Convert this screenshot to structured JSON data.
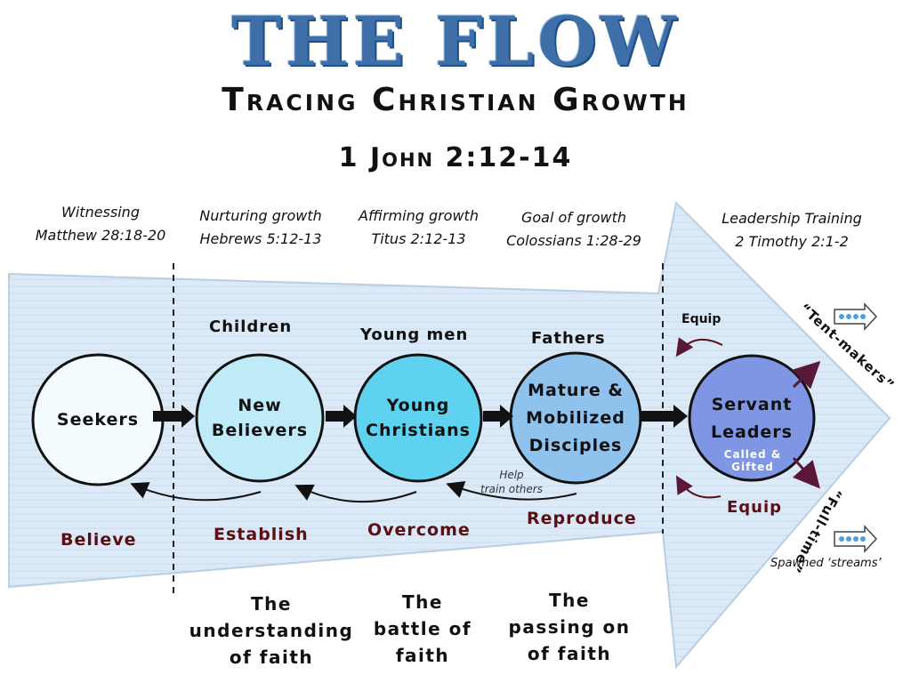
{
  "title": "THE FLOW",
  "subtitle": "Tracing Christian Growth",
  "reference": "1 John 2:12-14",
  "stages": [
    {
      "heading": "Witnessing",
      "verse": "Matthew 28:18-20"
    },
    {
      "heading": "Nurturing growth",
      "verse": "Hebrews 5:12-13"
    },
    {
      "heading": "Affirming growth",
      "verse": "Titus 2:12-13"
    },
    {
      "heading": "Goal of growth",
      "verse": "Colossians 1:28-29"
    },
    {
      "heading": "Leadership Training",
      "verse": "2 Timothy 2:1-2"
    }
  ],
  "groups": {
    "children": "Children",
    "young_men": "Young men",
    "fathers": "Fathers"
  },
  "circles": {
    "seekers": {
      "line1": "Seekers"
    },
    "new_believers": {
      "line1": "New",
      "line2": "Believers"
    },
    "young_christians": {
      "line1": "Young",
      "line2": "Christians"
    },
    "mature": {
      "line1": "Mature &",
      "line2": "Mobilized",
      "line3": "Disciples"
    },
    "servant": {
      "line1": "Servant",
      "line2": "Leaders",
      "note1": "Called &",
      "note2": "Gifted"
    }
  },
  "actions": {
    "believe": "Believe",
    "establish": "Establish",
    "overcome": "Overcome",
    "reproduce": "Reproduce"
  },
  "equip_top": "Equip",
  "equip_bottom": "Equip",
  "help_train": {
    "line1": "Help",
    "line2": "train others"
  },
  "streams": {
    "tent": "“Tent-makers”",
    "fulltime": "“Full-time”",
    "spawned": "Spawned ‘streams’"
  },
  "outcomes": [
    {
      "line1": "The",
      "line2": "understanding",
      "line3": "of faith"
    },
    {
      "line1": "The",
      "line2": "battle of",
      "line3": "faith"
    },
    {
      "line1": "The",
      "line2": "passing on",
      "line3": "of faith"
    }
  ],
  "colors": {
    "arrow_fill": "#dceaf7",
    "circle_seekers": "#f4fbff",
    "circle_new": "#bfeaf8",
    "circle_young": "#5ed2ee",
    "circle_mature": "#8fc2ec",
    "circle_servant": "#7e96e4",
    "action_text": "#5a0f14",
    "title_blue": "#3f6fa8"
  }
}
